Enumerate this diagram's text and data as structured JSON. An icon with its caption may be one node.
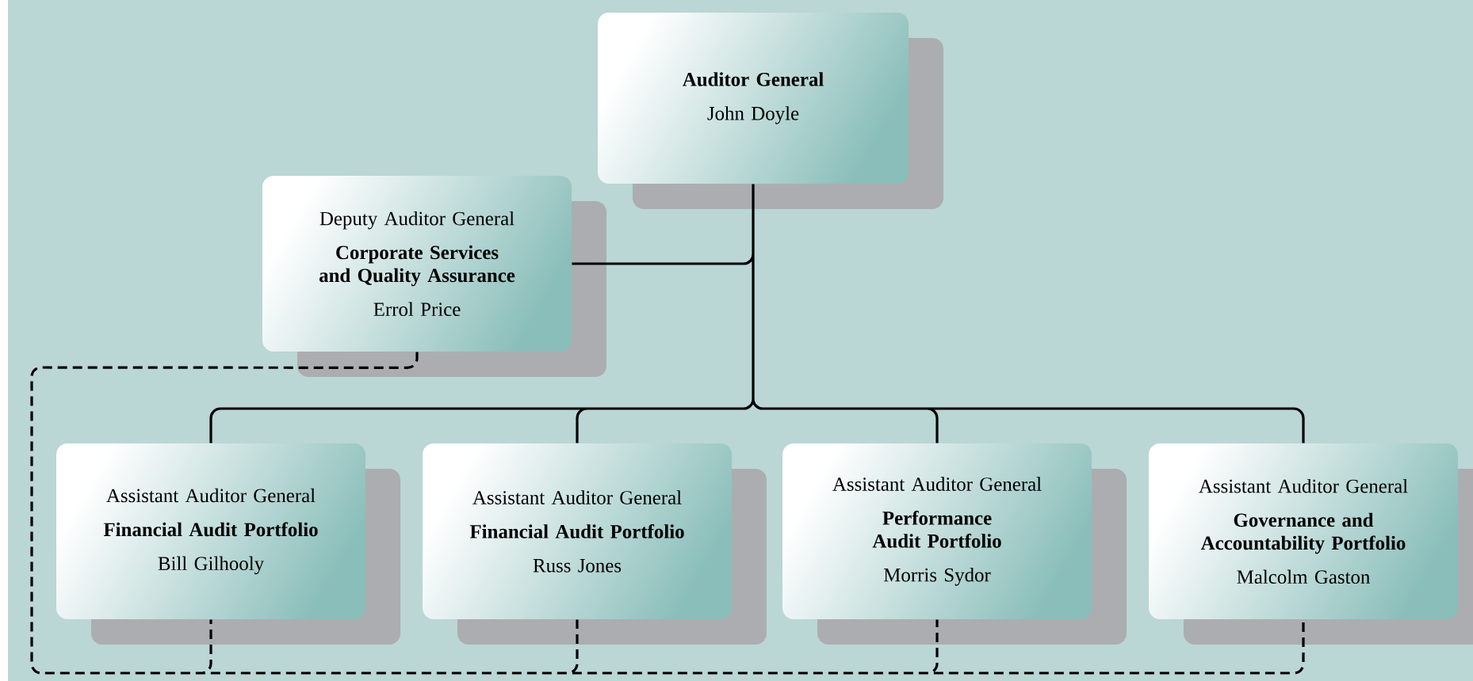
{
  "diagram": {
    "nodes": [
      {
        "text": [
          "Auditor General",
          "John Doyle"
        ]
      },
      {
        "text": [
          "Deputy Auditor General",
          "Corporate Services and Quality Assurance",
          "Errol Price"
        ]
      },
      {
        "text": [
          "Assistant Auditor General",
          "Financial Audit Portfolio",
          "Bill Gilhooly"
        ]
      },
      {
        "text": [
          "Assistant Auditor General",
          "Financial Audit Portfolio",
          "Russ Jones"
        ]
      },
      {
        "text": [
          "Assistant Auditor General",
          "Performance Audit Portfolio",
          "Morris Sydor"
        ]
      },
      {
        "text": [
          "Assistant Auditor General",
          "Governance and Accountability Portfolio",
          "Malcolm Gaston"
        ]
      }
    ],
    "edges": [
      {
        "from": 0,
        "to": 1,
        "arrow": "none"
      },
      {
        "from": 0,
        "to": 2,
        "arrow": "none"
      },
      {
        "from": 0,
        "to": 3,
        "arrow": "none"
      },
      {
        "from": 0,
        "to": 4,
        "arrow": "none"
      },
      {
        "from": 0,
        "to": 5,
        "arrow": "none"
      },
      {
        "from": 1,
        "to": 2,
        "arrow": "none",
        "style": "dashed"
      },
      {
        "from": 1,
        "to": 3,
        "arrow": "none",
        "style": "dashed"
      },
      {
        "from": 1,
        "to": 4,
        "arrow": "none",
        "style": "dashed"
      },
      {
        "from": 1,
        "to": 5,
        "arrow": "none",
        "style": "dashed"
      }
    ]
  }
}
